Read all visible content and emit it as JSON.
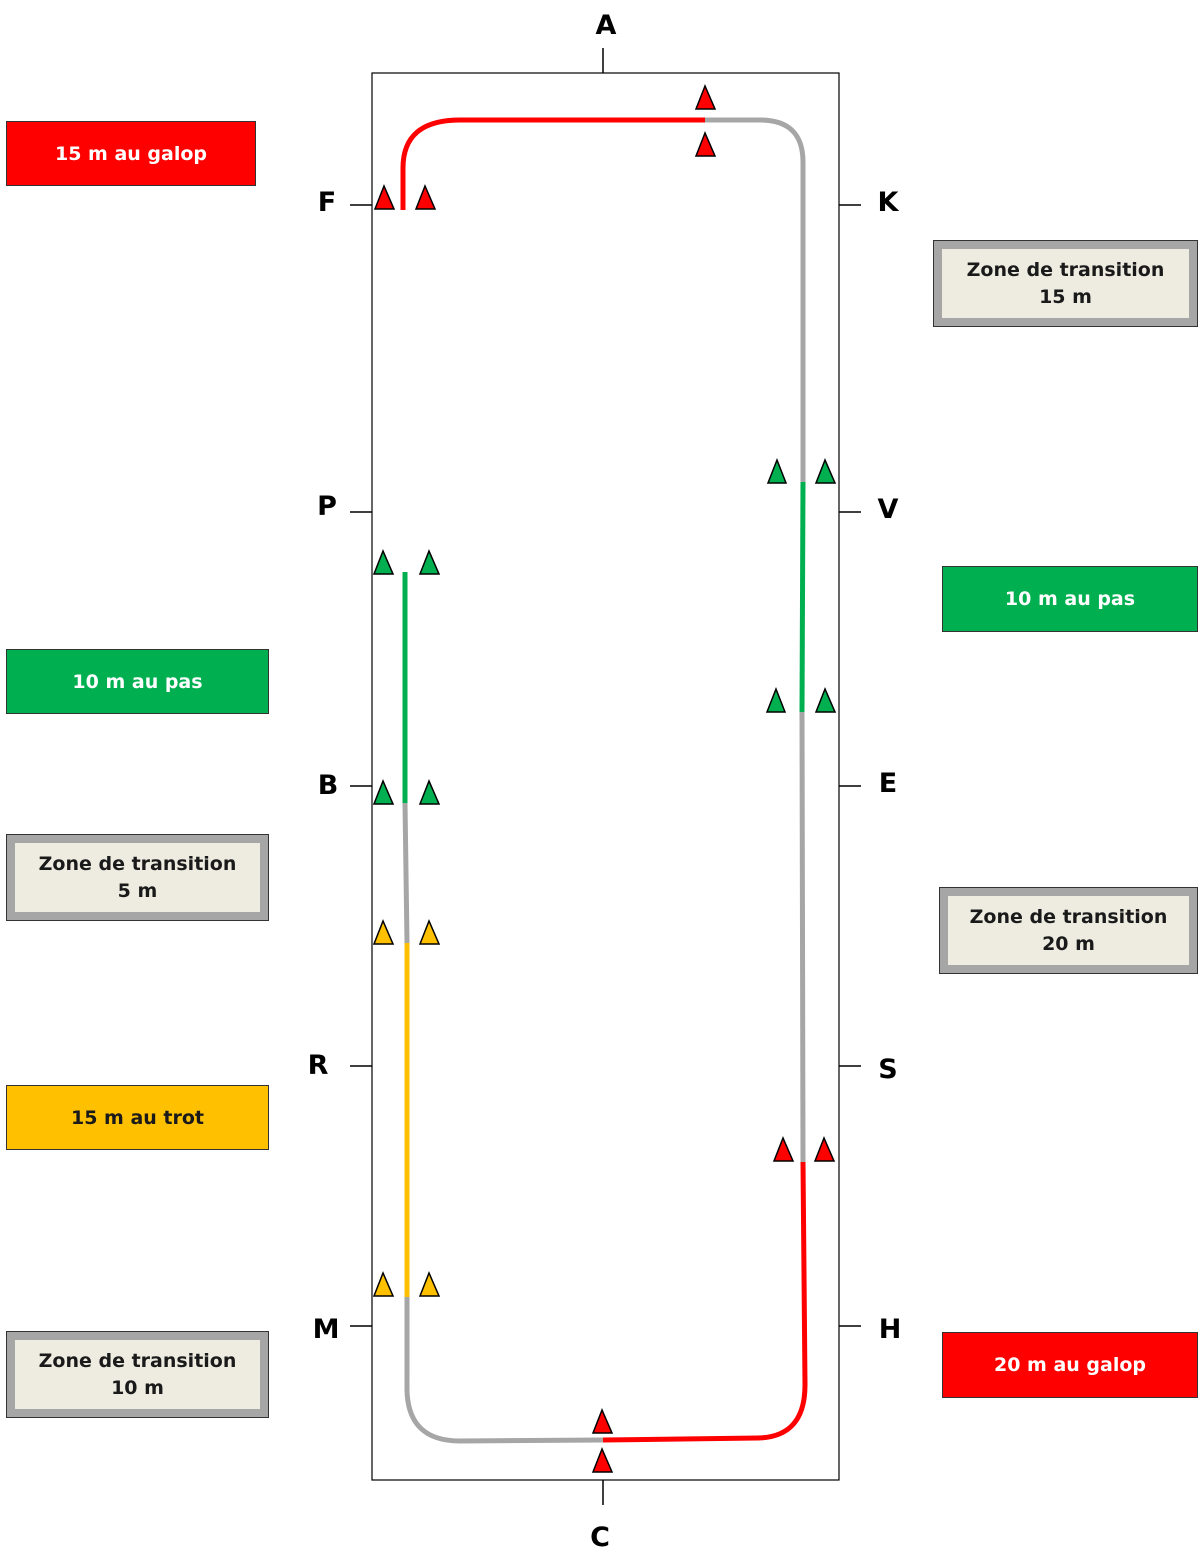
{
  "arena_letters": {
    "A": "A",
    "C": "C",
    "F": "F",
    "K": "K",
    "P": "P",
    "V": "V",
    "B": "B",
    "E": "E",
    "R": "R",
    "S": "S",
    "M": "M",
    "H": "H"
  },
  "colors": {
    "galop": "#ff0000",
    "pas": "#00b050",
    "trot": "#ffc000",
    "transition": "#a6a6a6",
    "transition_inner": "#eeece1"
  },
  "labels": {
    "galop_15": "15 m au galop",
    "transition_15": {
      "line1": "Zone de transition",
      "line2": "15 m"
    },
    "pas_right": "10 m au pas",
    "pas_left": "10 m au pas",
    "transition_5": {
      "line1": "Zone de transition",
      "line2": "5 m"
    },
    "transition_20": {
      "line1": "Zone de transition",
      "line2": "20 m"
    },
    "trot_15": "15 m au trot",
    "transition_10": {
      "line1": "Zone de transition",
      "line2": "10 m"
    },
    "galop_20": "20 m au galop"
  }
}
